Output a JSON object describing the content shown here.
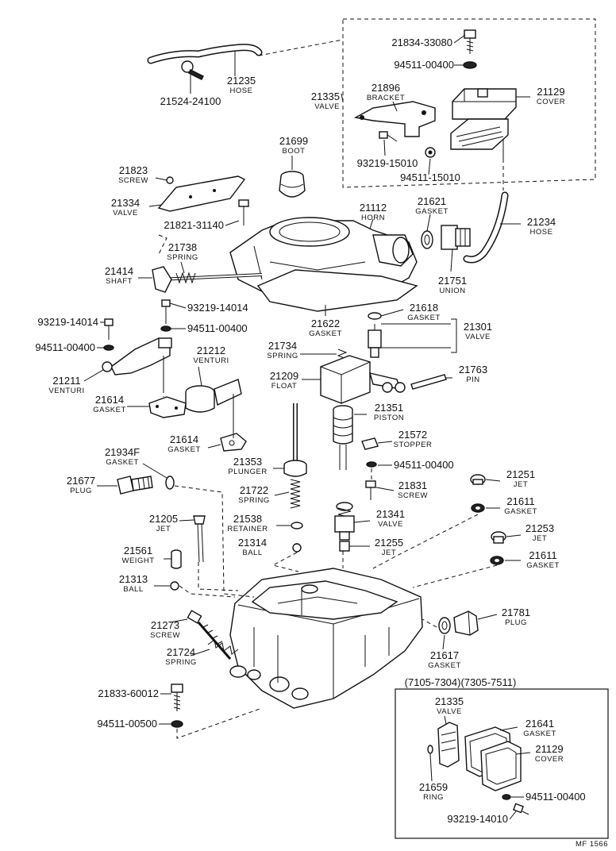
{
  "labels": {
    "l21834": {
      "num": "21834-33080",
      "name": ""
    },
    "l94511a": {
      "num": "94511-00400",
      "name": ""
    },
    "l21335a": {
      "num": "21335",
      "name": "VALVE"
    },
    "l21896": {
      "num": "21896",
      "name": "BRACKET"
    },
    "l21129a": {
      "num": "21129",
      "name": "COVER"
    },
    "l21235": {
      "num": "21235",
      "name": "HOSE"
    },
    "l21524": {
      "num": "21524-24100",
      "name": ""
    },
    "l21699": {
      "num": "21699",
      "name": "BOOT"
    },
    "l93219a": {
      "num": "93219-15010",
      "name": ""
    },
    "l94511b": {
      "num": "94511-15010",
      "name": ""
    },
    "l21823": {
      "num": "21823",
      "name": "SCREW"
    },
    "l21334": {
      "num": "21334",
      "name": "VALVE"
    },
    "l21821": {
      "num": "21821-31140",
      "name": ""
    },
    "l21112": {
      "num": "21112",
      "name": "HORN"
    },
    "l21621": {
      "num": "21621",
      "name": "GASKET"
    },
    "l21234": {
      "num": "21234",
      "name": "HOSE"
    },
    "l21738": {
      "num": "21738",
      "name": "SPRING"
    },
    "l21414": {
      "num": "21414",
      "name": "SHAFT"
    },
    "l21751": {
      "num": "21751",
      "name": "UNION"
    },
    "l93219b": {
      "num": "93219-14014",
      "name": ""
    },
    "l93219c": {
      "num": "93219-14014",
      "name": ""
    },
    "l94511c": {
      "num": "94511-00400",
      "name": ""
    },
    "l94511d": {
      "num": "94511-00400",
      "name": ""
    },
    "l21622": {
      "num": "21622",
      "name": "GASKET"
    },
    "l21618": {
      "num": "21618",
      "name": "GASKET"
    },
    "l21301": {
      "num": "21301",
      "name": "VALVE"
    },
    "l21734": {
      "num": "21734",
      "name": "SPRING"
    },
    "l21212": {
      "num": "21212",
      "name": "VENTURI"
    },
    "l21211": {
      "num": "21211",
      "name": "VENTURI"
    },
    "l21209": {
      "num": "21209",
      "name": "FLOAT"
    },
    "l21763": {
      "num": "21763",
      "name": "PIN"
    },
    "l21614a": {
      "num": "21614",
      "name": "GASKET"
    },
    "l21351": {
      "num": "21351",
      "name": "PISTON"
    },
    "l21614b": {
      "num": "21614",
      "name": "GASKET"
    },
    "l21572": {
      "num": "21572",
      "name": "STOPPER"
    },
    "l21934": {
      "num": "21934F",
      "name": "GASKET"
    },
    "l21353": {
      "num": "21353",
      "name": "PLUNGER"
    },
    "l94511e": {
      "num": "94511-00400",
      "name": ""
    },
    "l21677": {
      "num": "21677",
      "name": "PLUG"
    },
    "l21251": {
      "num": "21251",
      "name": "JET"
    },
    "l21722": {
      "num": "21722",
      "name": "SPRING"
    },
    "l21831": {
      "num": "21831",
      "name": "SCREW"
    },
    "l21611a": {
      "num": "21611",
      "name": "GASKET"
    },
    "l21205": {
      "num": "21205",
      "name": "JET"
    },
    "l21538": {
      "num": "21538",
      "name": "RETAINER"
    },
    "l21341": {
      "num": "21341",
      "name": "VALVE"
    },
    "l21253": {
      "num": "21253",
      "name": "JET"
    },
    "l21314": {
      "num": "21314",
      "name": "BALL"
    },
    "l21255": {
      "num": "21255",
      "name": "JET"
    },
    "l21561": {
      "num": "21561",
      "name": "WEIGHT"
    },
    "l21611b": {
      "num": "21611",
      "name": "GASKET"
    },
    "l21313": {
      "num": "21313",
      "name": "BALL"
    },
    "l21781": {
      "num": "21781",
      "name": "PLUG"
    },
    "l21273": {
      "num": "21273",
      "name": "SCREW"
    },
    "l21724": {
      "num": "21724",
      "name": "SPRING"
    },
    "l21617": {
      "num": "21617",
      "name": "GASKET"
    },
    "l21833": {
      "num": "21833-60012",
      "name": ""
    },
    "l94511f": {
      "num": "94511-00500",
      "name": ""
    },
    "l21335b": {
      "num": "21335",
      "name": "VALVE"
    },
    "l21641": {
      "num": "21641",
      "name": "GASKET"
    },
    "l21129b": {
      "num": "21129",
      "name": "COVER"
    },
    "l21659": {
      "num": "21659",
      "name": "RING"
    },
    "l94511g": {
      "num": "94511-00400",
      "name": ""
    },
    "l93219d": {
      "num": "93219-14010",
      "name": ""
    }
  },
  "inset": {
    "range": "(7105-7304)(7305-7511)"
  },
  "footer": {
    "code": "MF 1566"
  }
}
